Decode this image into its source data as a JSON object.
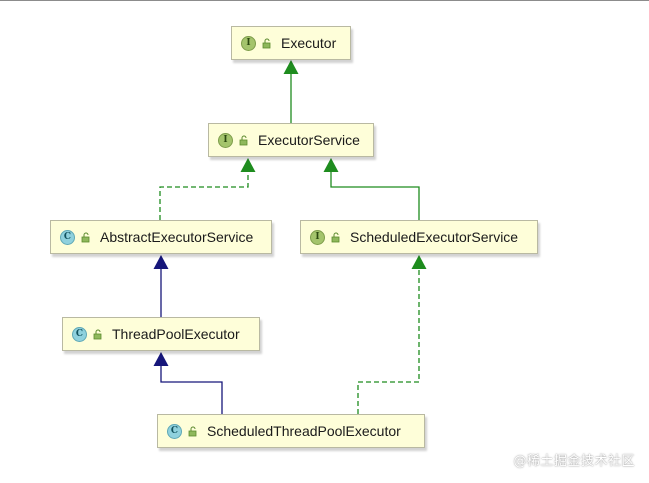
{
  "nodes": {
    "executor": {
      "label": "Executor",
      "kind": "I"
    },
    "executor_service": {
      "label": "ExecutorService",
      "kind": "I"
    },
    "abstract_executor_service": {
      "label": "AbstractExecutorService",
      "kind": "C"
    },
    "scheduled_executor_service": {
      "label": "ScheduledExecutorService",
      "kind": "I"
    },
    "thread_pool_executor": {
      "label": "ThreadPoolExecutor",
      "kind": "C"
    },
    "scheduled_thread_pool_executor": {
      "label": "ScheduledThreadPoolExecutor",
      "kind": "C"
    }
  },
  "edges": [
    {
      "from": "executor_service",
      "to": "executor",
      "relation": "extends",
      "color": "#1e8c1e",
      "style": "solid"
    },
    {
      "from": "abstract_executor_service",
      "to": "executor_service",
      "relation": "implements",
      "color": "#1e8c1e",
      "style": "dashed"
    },
    {
      "from": "scheduled_executor_service",
      "to": "executor_service",
      "relation": "extends",
      "color": "#1e8c1e",
      "style": "solid"
    },
    {
      "from": "thread_pool_executor",
      "to": "abstract_executor_service",
      "relation": "extends",
      "color": "#16167a",
      "style": "solid"
    },
    {
      "from": "scheduled_thread_pool_executor",
      "to": "thread_pool_executor",
      "relation": "extends",
      "color": "#16167a",
      "style": "solid"
    },
    {
      "from": "scheduled_thread_pool_executor",
      "to": "scheduled_executor_service",
      "relation": "implements",
      "color": "#1e8c1e",
      "style": "dashed"
    }
  ],
  "colors": {
    "node_fill": "#fefed9",
    "node_border": "#b9b9a2",
    "interface_badge": "#a4c46c",
    "class_badge": "#8fd1dd",
    "interface_edge": "#1e8c1e",
    "class_edge": "#16167a"
  },
  "watermark": "@稀土掘金技术社区"
}
